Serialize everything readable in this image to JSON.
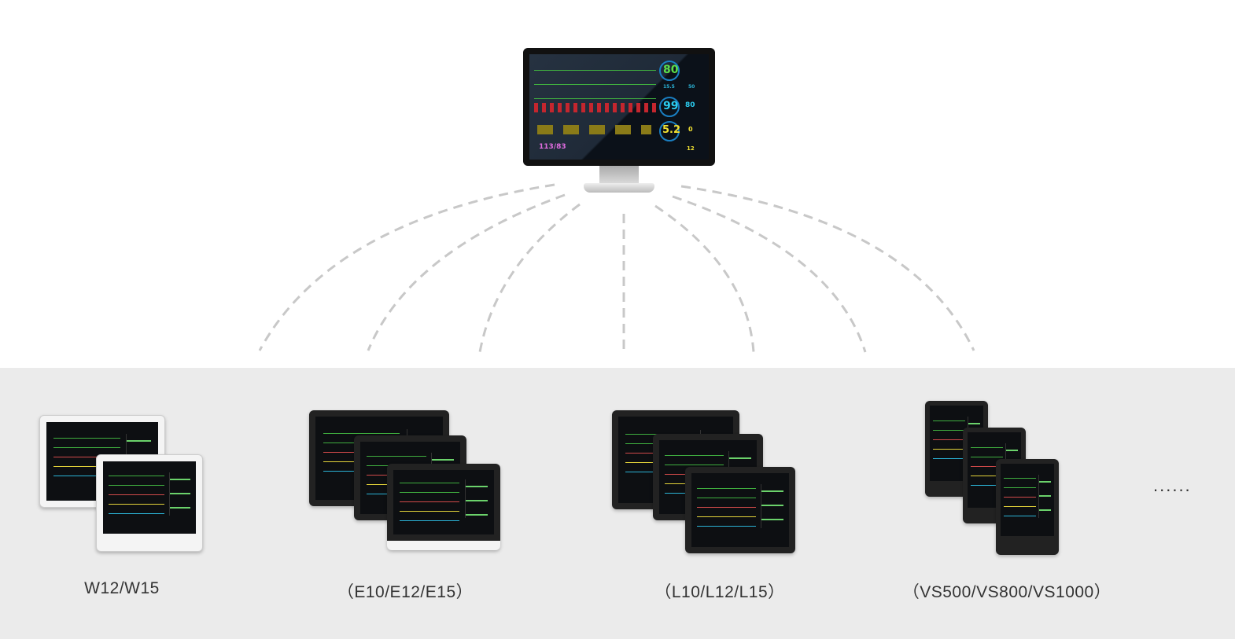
{
  "central_monitor": {
    "heart_rate": "80",
    "spo2": "99",
    "pr": "80",
    "etco2": "5.2",
    "co2_sub": "0",
    "nibp": "113/83",
    "resp": "12",
    "sub_left": "15.5",
    "sub_right": "50"
  },
  "devices": [
    {
      "label": "W12/W15"
    },
    {
      "label": "（E10/E12/E15）"
    },
    {
      "label": "（L10/L12/L15）"
    },
    {
      "label": "（VS500/VS800/VS1000）"
    }
  ],
  "more": "......",
  "colors": {
    "band": "#ebebeb",
    "dash": "#c8c8c8"
  }
}
